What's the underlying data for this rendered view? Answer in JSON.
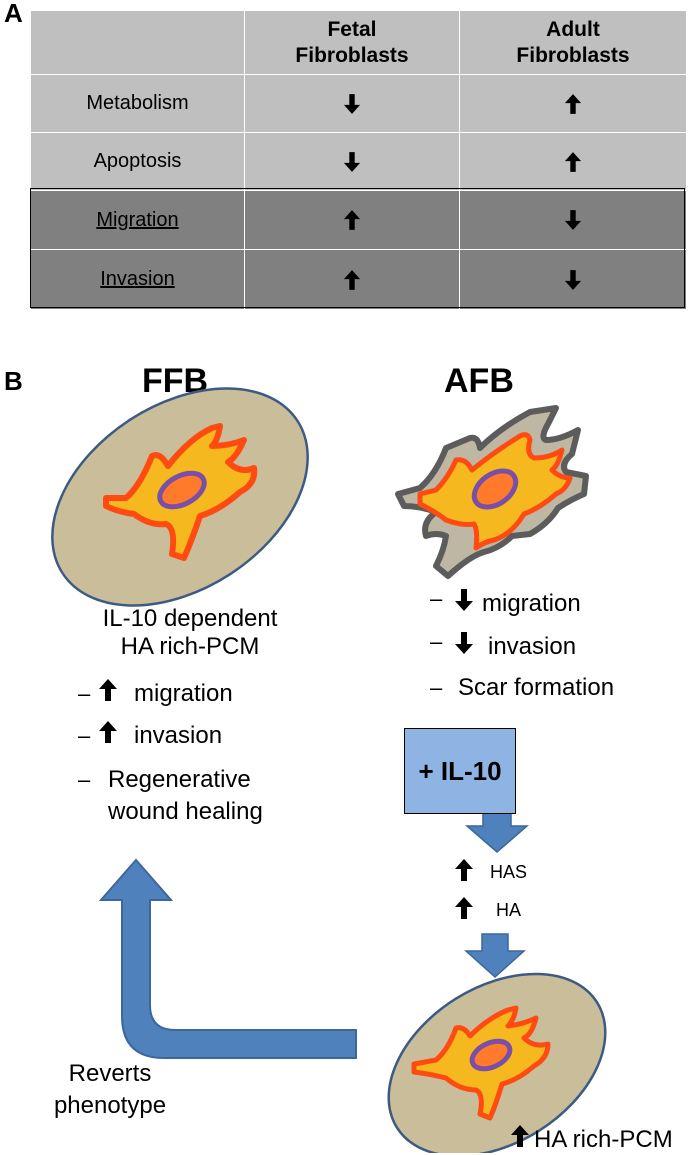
{
  "panel_a": {
    "letter": "A",
    "columns": [
      "",
      "Fetal\nFibroblasts",
      "Adult\nFibroblasts"
    ],
    "col1_line1": "Fetal",
    "col1_line2": "Fibroblasts",
    "col2_line1": "Adult",
    "col2_line2": "Fibroblasts",
    "rows": [
      {
        "label": "Metabolism",
        "fetal": "down",
        "adult": "up"
      },
      {
        "label": "Apoptosis",
        "fetal": "down",
        "adult": "up"
      },
      {
        "label": "Migration",
        "fetal": "up",
        "adult": "down"
      },
      {
        "label": "Invasion",
        "fetal": "up",
        "adult": "down"
      }
    ],
    "colors": {
      "light_row": "#bfbfbf",
      "dark_row": "#808080"
    }
  },
  "panel_b": {
    "letter": "B",
    "ffb": {
      "title": "FFB",
      "desc_line1": "IL-10 dependent",
      "desc_line2": "HA rich-PCM",
      "items": [
        {
          "arrow": "up",
          "text": "migration"
        },
        {
          "arrow": "up",
          "text": "invasion"
        }
      ],
      "regen_line1": "Regenerative",
      "regen_line2": "wound healing"
    },
    "afb": {
      "title": "AFB",
      "items": [
        {
          "arrow": "down",
          "text": "migration"
        },
        {
          "arrow": "down",
          "text": "invasion"
        }
      ],
      "scar": "Scar formation",
      "dash": "–"
    },
    "treatment": "+ IL-10",
    "effects": [
      {
        "arrow": "up",
        "text": "HAS"
      },
      {
        "arrow": "up",
        "text": "HA"
      }
    ],
    "result": {
      "arrow": "up",
      "text": "HA rich-PCM"
    },
    "reverts_line1": "Reverts",
    "reverts_line2": "phenotype",
    "colors": {
      "ellipse_fill": "#c9bd9a",
      "ellipse_stroke": "#3c5a84",
      "cell_outer": "#ff4a12",
      "cell_inner": "#f5b81e",
      "nucleus_stroke": "#7a4fa8",
      "afb_outline": "#5c5c5c",
      "afb_fill": "#bdb7a4",
      "arrow_blue": "#4f81bd",
      "il10_box": "#8eb4e3"
    }
  }
}
